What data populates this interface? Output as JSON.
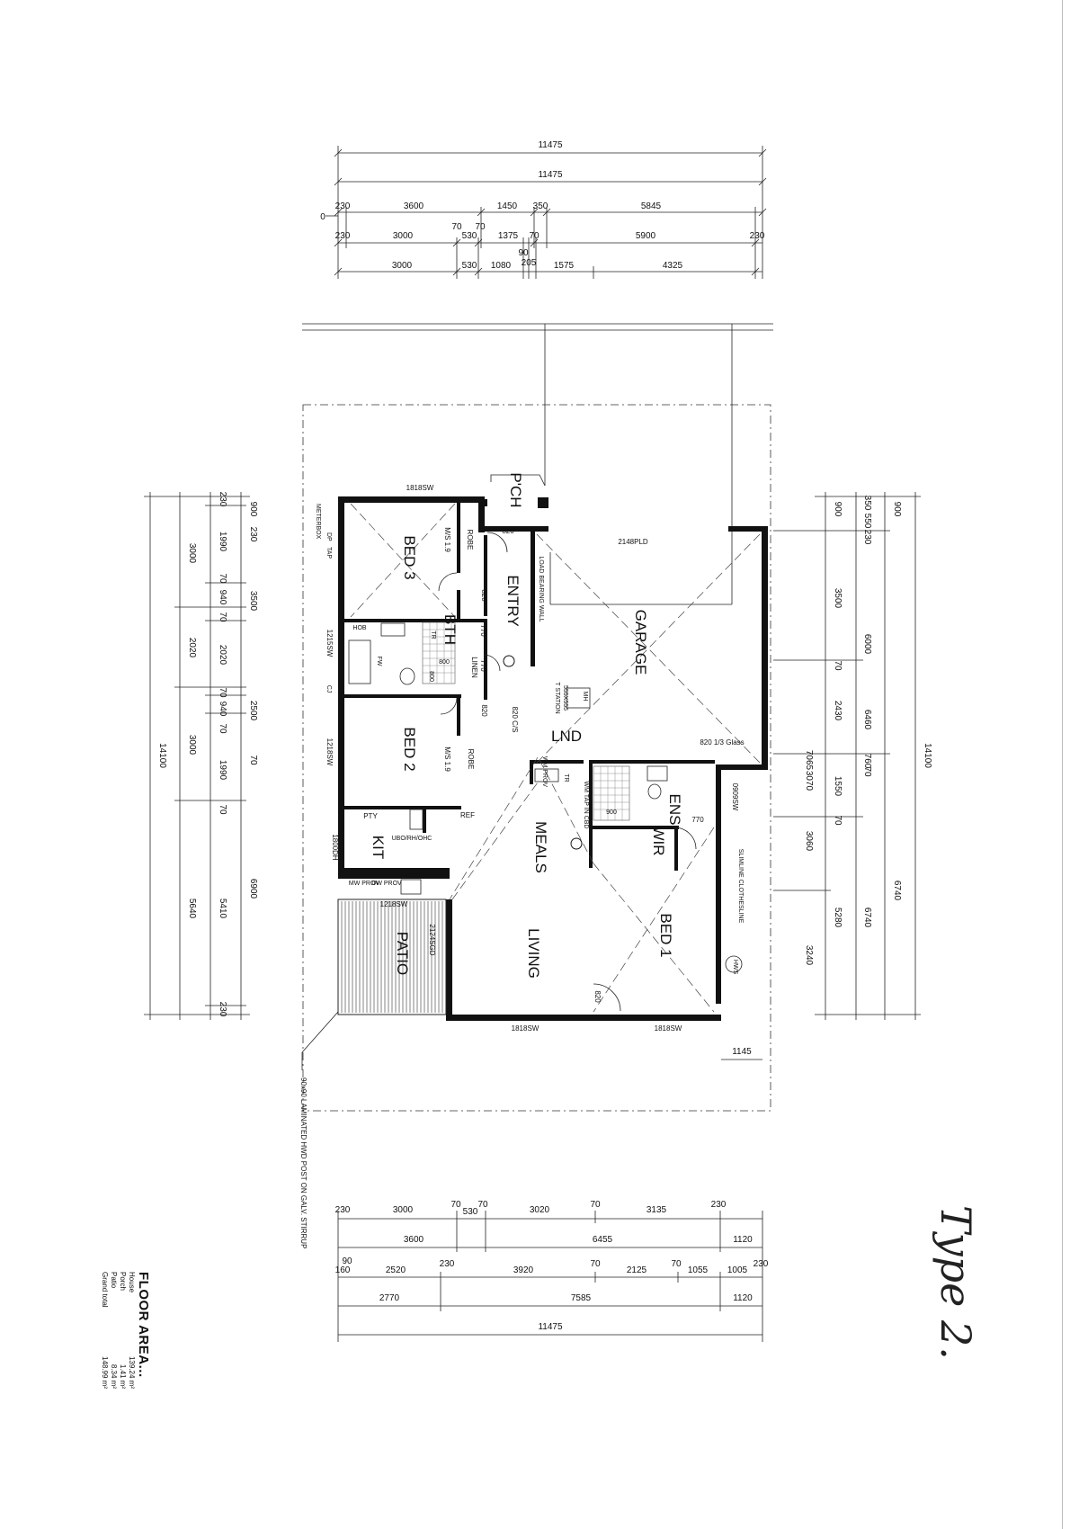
{
  "note": "Type 2.",
  "floor_area": {
    "title": "FLOOR AREA...",
    "rows": [
      {
        "label": "House",
        "value": "139.24 m²"
      },
      {
        "label": "Porch",
        "value": "1.41 m²"
      },
      {
        "label": "Patio",
        "value": "8.34 m²"
      },
      {
        "label": "Grand total",
        "value": "148.99 m²"
      }
    ]
  },
  "rooms": {
    "pch": "P'CH",
    "bed3": "BED 3",
    "entry": "ENTRY",
    "garage": "GARAGE",
    "bth": "BTH",
    "linen": "LINEN",
    "bed2": "BED 2",
    "lnd": "LND",
    "kit": "KIT",
    "meals": "MEALS",
    "ens": "ENS",
    "wir": "WIR",
    "patio": "PATIO",
    "living": "LIVING",
    "bed1": "BED 1"
  },
  "top_dims": {
    "row1": [
      "11475"
    ],
    "row2": [
      "11475"
    ],
    "row3": [
      "230",
      "3600",
      "1450",
      "350",
      "5845"
    ],
    "row4": [
      "230",
      "3000",
      "70",
      "70",
      "530",
      "1375",
      "70",
      "5900",
      "230"
    ],
    "row5": [
      "3000",
      "530",
      "1080",
      "90",
      "205",
      "1575",
      "4325"
    ],
    "zero": "0"
  },
  "bottom_dims": {
    "row1": [
      "230",
      "3000",
      "70",
      "530",
      "70",
      "3020",
      "70",
      "3135",
      "230"
    ],
    "row2": [
      "3600",
      "6455",
      "1120"
    ],
    "row3": [
      "90",
      "160",
      "2520",
      "230",
      "3920",
      "70",
      "2125",
      "70",
      "1055",
      "1005",
      "230"
    ],
    "row4": [
      "2770",
      "7585",
      "1120"
    ],
    "row5": [
      "11475"
    ]
  },
  "left_dims": {
    "total": "14100",
    "col2": [
      "3000",
      "2020",
      "3000",
      "5640"
    ],
    "col3": [
      "230",
      "1990",
      "70",
      "940",
      "70",
      "2020",
      "70",
      "940",
      "70",
      "1990",
      "70",
      "5410",
      "230"
    ],
    "col4": [
      "900",
      "230",
      "3500",
      "2500",
      "70",
      "6900"
    ]
  },
  "right_dims": {
    "total": "14100",
    "col1": [
      "900",
      "3500",
      "70",
      "2430",
      "1550",
      "70",
      "5280"
    ],
    "col2": [
      "350",
      "550",
      "230",
      "6000",
      "760",
      "3060",
      "6740"
    ],
    "col3": [
      "6460",
      "70",
      "3240"
    ],
    "col4": [
      "900",
      "6740"
    ],
    "extra": "7065",
    "extra2": "3070",
    "side": "1145"
  },
  "labels": {
    "sw_bed3": "1818SW",
    "meterbox": "METERBOX",
    "dp": "DP",
    "tap": "TAP",
    "ms_bed3": "M/S 1.9",
    "robe_bed3": "ROBE",
    "d820_a": "820",
    "d820_b": "820",
    "pld": "2148PLD",
    "lbw": "LOAD BEARING WALL",
    "d770_a": "770",
    "d770_b": "770",
    "hob": "HOB",
    "tr": "TR",
    "fw": "FW",
    "sw1215": "1215SW",
    "d800_a": "800",
    "d800_b": "800",
    "cj": "CJ",
    "tstation": "T STATION",
    "mh": "MH",
    "mh_size": "555X555",
    "d820_c": "820",
    "cs820": "820 C/S",
    "glass": "820 1/3 Glass",
    "sw1218a": "1218SW",
    "ms_bed2": "M/S 1.9",
    "robe_bed2": "ROBE",
    "wm_prov": "WM PROV",
    "tr2": "TR",
    "wm_tap": "WM TAP IN CBD",
    "d900": "900",
    "d770_c": "770",
    "sw0909": "0909SW",
    "pty": "PTY",
    "ref": "REF",
    "ubo": "UBO/RH/OHC",
    "dh1800": "1800DH",
    "mw": "MW PROV",
    "dw": "DW PROV",
    "sw1218b": "1218SW",
    "sgd": "2124SGD",
    "clothesline": "SLIMLINE CLOTHESLINE",
    "hws": "HWS",
    "d820_d": "820",
    "sw1818a": "1818SW",
    "sw1818b": "1818SW",
    "post": "90x90 LAMINATED HWD POST ON GALV. STIRRUP"
  }
}
